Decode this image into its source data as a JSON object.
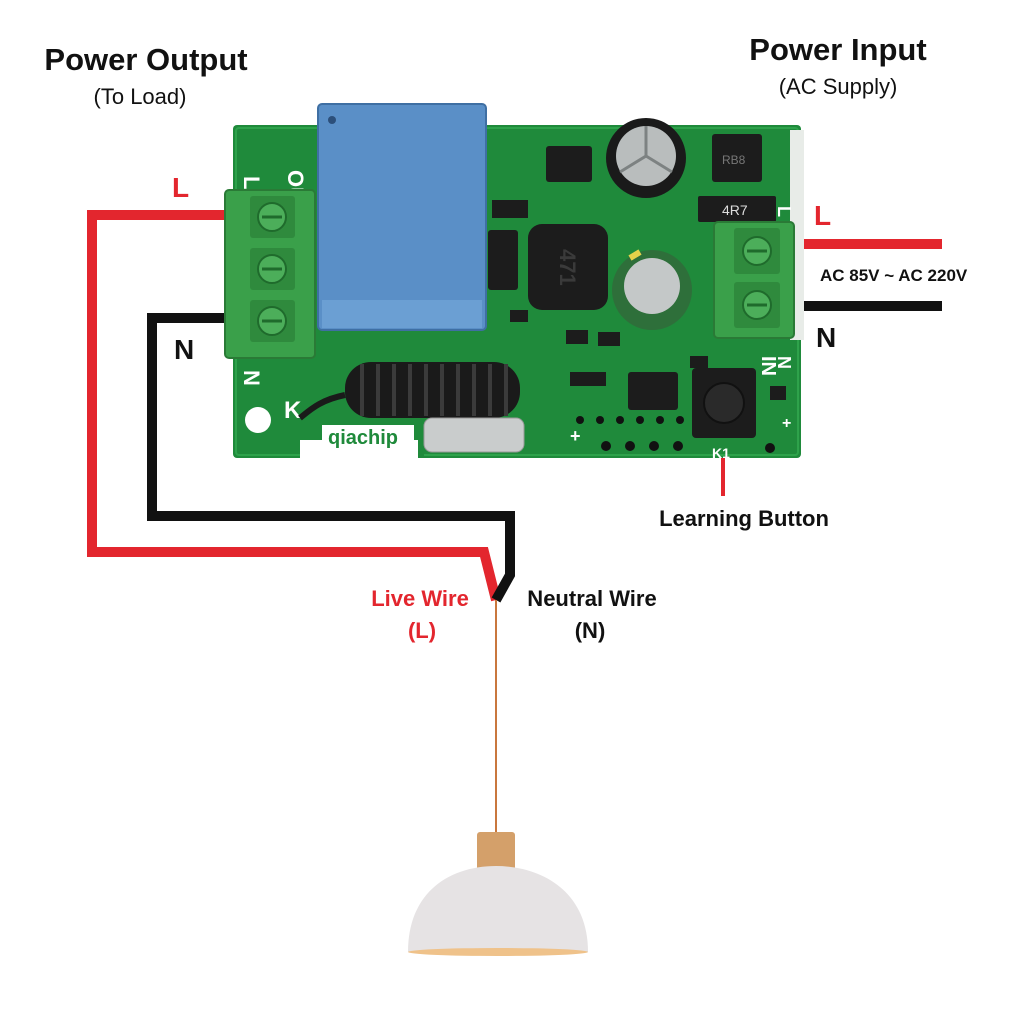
{
  "labels": {
    "power_output_title": "Power Output",
    "power_output_sub": "(To Load)",
    "power_input_title": "Power Input",
    "power_input_sub": "(AC Supply)",
    "out_live": "L",
    "out_neutral": "N",
    "in_live": "L",
    "in_neutral": "N",
    "ac_range": "AC 85V ~ AC 220V",
    "learning_button": "Learning Button",
    "live_wire": "Live Wire",
    "live_wire_sub": "(L)",
    "neutral_wire": "Neutral Wire",
    "neutral_wire_sub": "(N)"
  },
  "board": {
    "out_text": "OUT",
    "out_l": "L",
    "out_n": "N",
    "in_text": "IN",
    "in_l": "L",
    "in_n": "N",
    "brand": "qiachip",
    "inductor_code": "471",
    "chip_code": "4R7",
    "bridge_code": "RB8",
    "button_ref": "K1",
    "k_mark": "K",
    "plus_left": "+",
    "plus_right": "+"
  },
  "colors": {
    "live": "#e3262e",
    "neutral": "#111111",
    "pcb": "#1f8a3b",
    "relay": "#5a8fc7",
    "terminal": "#3aa04a"
  }
}
